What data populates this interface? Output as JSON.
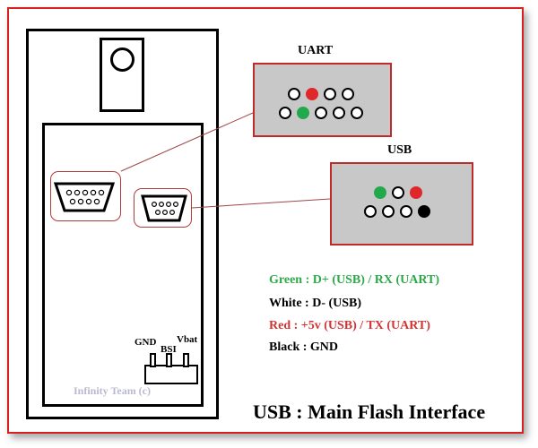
{
  "labels": {
    "uart": "UART",
    "usb": "USB"
  },
  "uart_pins": {
    "top": [
      "white",
      "red",
      "white",
      "white"
    ],
    "bottom": [
      "white",
      "green",
      "white",
      "white",
      "white"
    ]
  },
  "usb_pins": {
    "top": [
      "green",
      "white",
      "red"
    ],
    "bottom": [
      "white",
      "white",
      "white",
      "black"
    ]
  },
  "pin_colors": {
    "white": "#ffffff",
    "red": "#e0282a",
    "green": "#22a94c",
    "black": "#000000"
  },
  "legend": [
    {
      "text": "Green : D+ (USB) / RX (UART)",
      "color": "#2ea84a"
    },
    {
      "text": "White : D- (USB)",
      "color": "#000000"
    },
    {
      "text": "Red : +5v (USB) / TX (UART)",
      "color": "#d23434"
    },
    {
      "text": "Black : GND",
      "color": "#000000"
    }
  ],
  "test_points": {
    "gnd": "GND",
    "bsi": "BSI",
    "vbat": "Vbat"
  },
  "watermark": "Infinity Team (c)",
  "main_title": "USB : Main Flash Interface",
  "colors": {
    "frame": "#d62020",
    "panel_border": "#bf2b2b",
    "panel_fill": "#c8c8c8",
    "leader_line": "#a04646"
  }
}
